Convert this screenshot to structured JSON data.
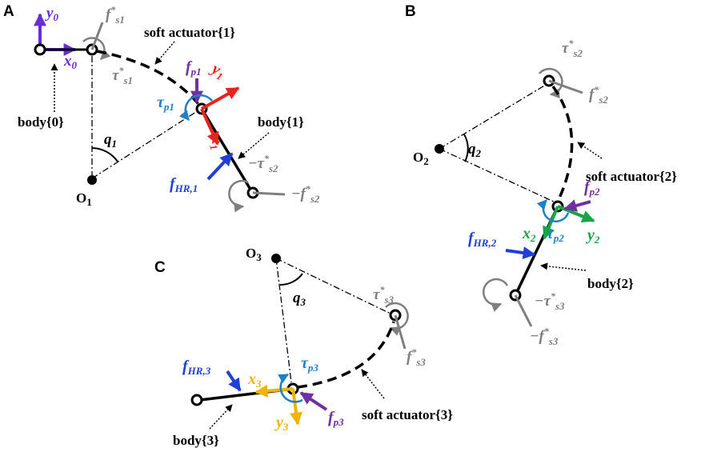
{
  "panels": {
    "A": {
      "label": "A",
      "axis_x": "x",
      "axis_x_sub": "0",
      "axis_y": "y",
      "axis_y_sub": "0",
      "f_s1": "f",
      "f_s1_sub": "s1",
      "tau_s1": "τ",
      "tau_s1_sub": "s1",
      "soft_actuator": "soft actuator{1}",
      "f_p1": "f",
      "f_p1_sub": "p1",
      "tau_p1": "τ",
      "tau_p1_sub": "p1",
      "y1": "y",
      "y1_sub": "1",
      "x1": "x",
      "x1_sub": "1",
      "body0": "body{0}",
      "body1": "body{1}",
      "q1": "q",
      "q1_sub": "1",
      "O1": "O",
      "O1_sub": "1",
      "f_HR1": "f",
      "f_HR1_sub": "HR,1",
      "minus_tau_s2": "−τ",
      "minus_tau_s2_sub": "s2",
      "minus_f_s2": "−f",
      "minus_f_s2_sub": "s2"
    },
    "B": {
      "label": "B",
      "tau_s2": "τ",
      "tau_s2_sub": "s2",
      "f_s2": "f",
      "f_s2_sub": "s2",
      "O2": "O",
      "O2_sub": "2",
      "q2": "q",
      "q2_sub": "2",
      "soft_actuator": "soft actuator{2}",
      "f_p2": "f",
      "f_p2_sub": "p2",
      "x2": "x",
      "x2_sub": "2",
      "tau_p2": "τ",
      "tau_p2_sub": "p2",
      "y2": "y",
      "y2_sub": "2",
      "f_HR2": "f",
      "f_HR2_sub": "HR,2",
      "body2": "body{2}",
      "minus_tau_s3": "−τ",
      "minus_tau_s3_sub": "s3",
      "minus_f_s3": "−f",
      "minus_f_s3_sub": "s3"
    },
    "C": {
      "label": "C",
      "O3": "O",
      "O3_sub": "3",
      "q3": "q",
      "q3_sub": "3",
      "tau_s3": "τ",
      "tau_s3_sub": "s3",
      "f_s3": "f",
      "f_s3_sub": "s3",
      "f_HR3": "f",
      "f_HR3_sub": "HR,3",
      "x3": "x",
      "x3_sub": "3",
      "tau_p3": "τ",
      "tau_p3_sub": "p3",
      "y3": "y",
      "y3_sub": "3",
      "f_p3": "f",
      "f_p3_sub": "p3",
      "soft_actuator": "soft actuator{3}",
      "body3": "body{3}"
    }
  },
  "star": "*",
  "colors": {
    "purple": "#7030a0",
    "violet": "#6a2bd9",
    "red": "#e8231b",
    "blue": "#1f3fd6",
    "lightblue": "#1f7fc8",
    "green": "#1aa44a",
    "gold": "#f0b400",
    "gray": "#7f7f7f",
    "black": "#000000"
  }
}
